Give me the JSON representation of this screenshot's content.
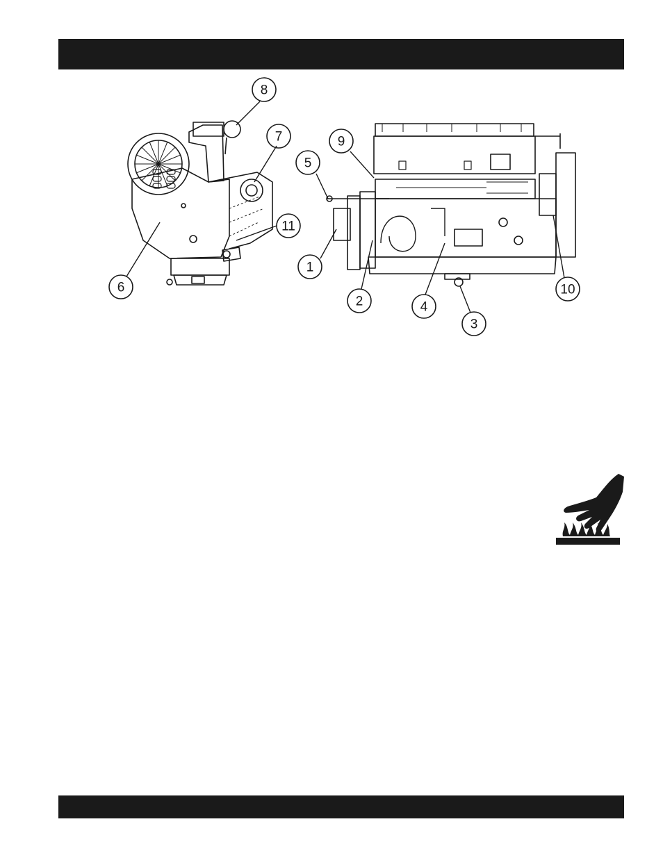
{
  "page": {
    "header_bar_color": "#1a1a1a",
    "footer_bar_color": "#1a1a1a"
  },
  "figure": {
    "callouts": [
      "1",
      "2",
      "3",
      "4",
      "5",
      "6",
      "7",
      "8",
      "9",
      "10",
      "11"
    ]
  },
  "icons": {
    "hot_surface": "hot-surface-warning-icon"
  }
}
